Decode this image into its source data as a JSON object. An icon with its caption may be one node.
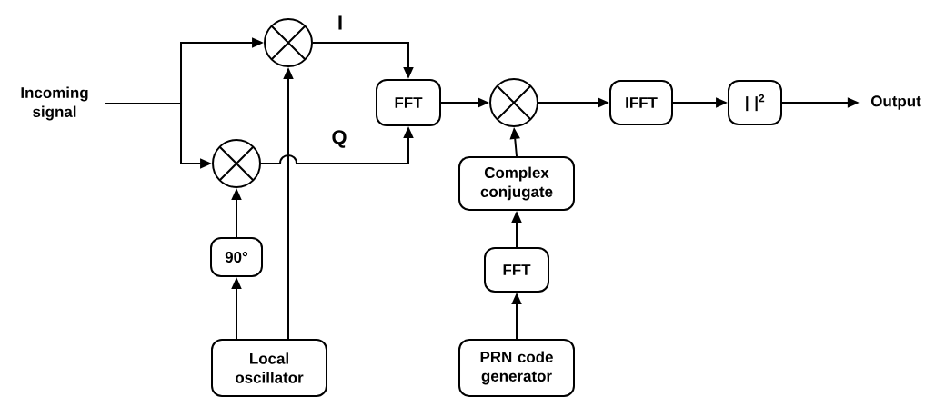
{
  "diagram": {
    "nodes": [
      {
        "text": [
          "Incoming signal"
        ]
      },
      {
        "text": [],
        "shape": "circle"
      },
      {
        "text": [],
        "shape": "circle"
      },
      {
        "text": [
          "FFT"
        ]
      },
      {
        "text": [],
        "shape": "circle"
      },
      {
        "text": [
          "IFFT"
        ]
      },
      {
        "text": [
          "|  |$^{2}$"
        ]
      },
      {
        "text": [
          "Output"
        ]
      },
      {
        "text": [
          "Complex conjugate"
        ]
      },
      {
        "text": [
          "FFT"
        ]
      },
      {
        "text": [
          "PRN code generator"
        ]
      },
      {
        "text": [
          "90°"
        ]
      },
      {
        "text": [
          "Local oscillator"
        ]
      }
    ],
    "edges": [
      {
        "from": 0,
        "to": 1,
        "arrow": "to"
      },
      {
        "from": 0,
        "to": 2,
        "arrow": "to"
      },
      {
        "from": 1,
        "to": 3,
        "arrow": "to"
      },
      {
        "from": 2,
        "to": 3,
        "arrow": "to"
      },
      {
        "from": 3,
        "to": 4,
        "arrow": "to"
      },
      {
        "from": 4,
        "to": 5,
        "arrow": "to"
      },
      {
        "from": 5,
        "to": 6,
        "arrow": "to"
      },
      {
        "from": 6,
        "to": 7,
        "arrow": "to"
      },
      {
        "from": 8,
        "to": 4,
        "arrow": "to"
      },
      {
        "from": 9,
        "to": 8,
        "arrow": "to"
      },
      {
        "from": 10,
        "to": 9,
        "arrow": "to"
      },
      {
        "from": 11,
        "to": 2,
        "arrow": "to"
      },
      {
        "from": 12,
        "to": 11,
        "arrow": "to"
      },
      {
        "from": 12,
        "to": 1,
        "arrow": "to"
      }
    ],
    "labels": [
      "I",
      "Q"
    ]
  }
}
